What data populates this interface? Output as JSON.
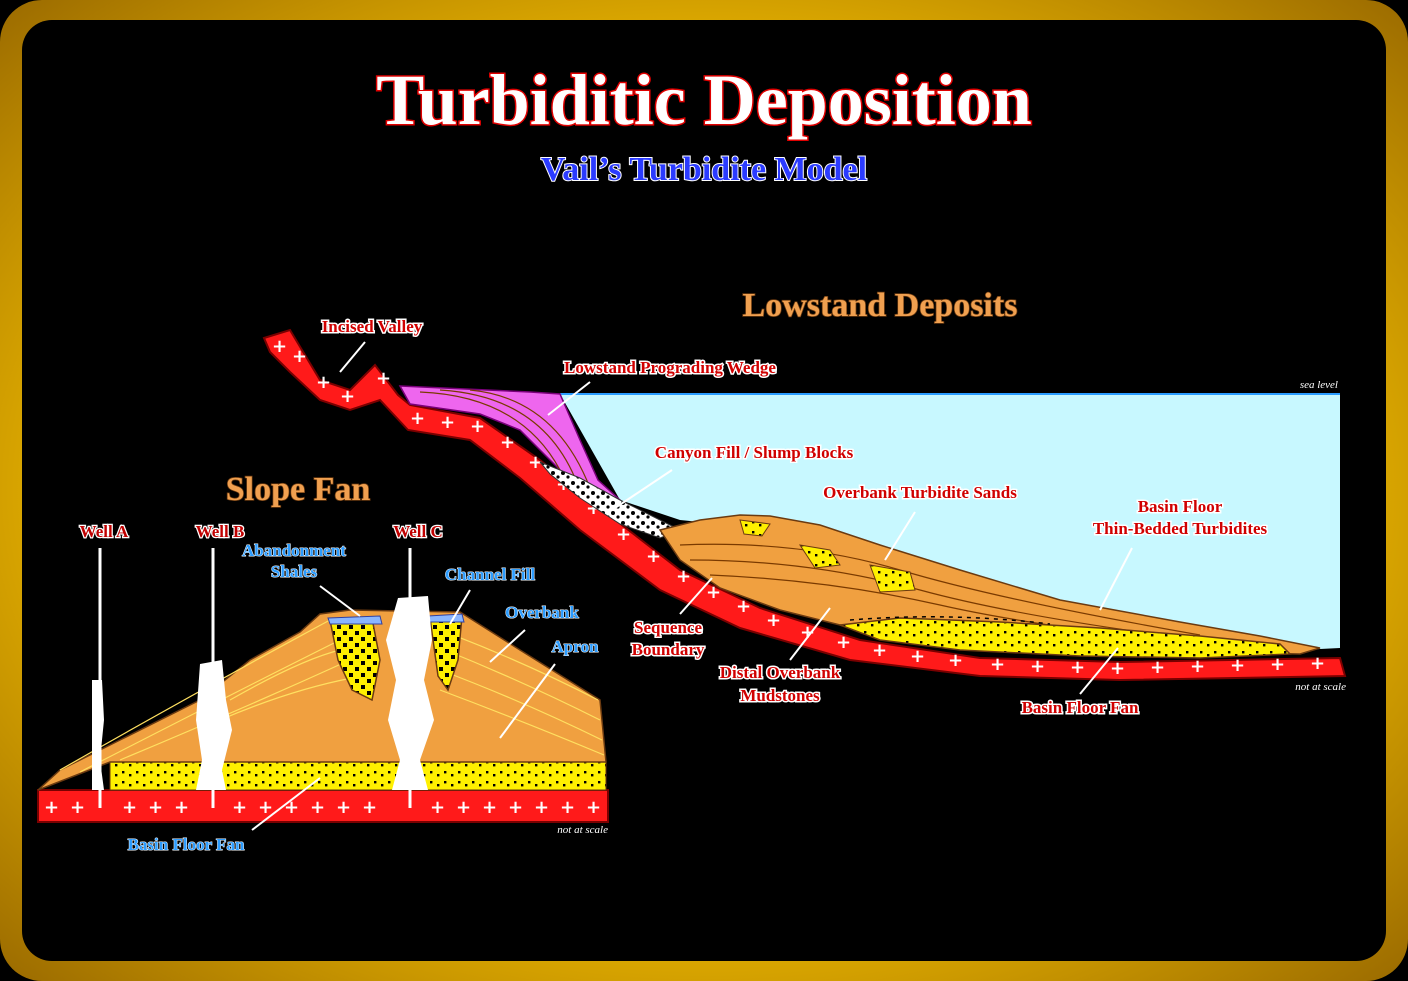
{
  "title": "Turbiditic Deposition",
  "subtitle": "Vail’s Turbidite Model",
  "lowstand": {
    "heading": "Lowstand Deposits",
    "labels": {
      "incised_valley": "Incised Valley",
      "prograding_wedge": "Lowstand Prograding Wedge",
      "canyon_fill": "Canyon Fill / Slump Blocks",
      "overbank_sands": "Overbank Turbidite Sands",
      "basin_floor_thin_1": "Basin Floor",
      "basin_floor_thin_2": "Thin-Bedded Turbidites",
      "sequence_boundary_1": "Sequence",
      "sequence_boundary_2": "Boundary",
      "distal_overbank_1": "Distal Overbank",
      "distal_overbank_2": "Mudstones",
      "basin_floor_fan": "Basin Floor Fan"
    },
    "sea_level": "sea level",
    "not_at_scale": "not at scale"
  },
  "slope_fan": {
    "heading": "Slope Fan",
    "wells": [
      "Well A",
      "Well B",
      "Well C"
    ],
    "labels": {
      "abandonment_1": "Abandonment",
      "abandonment_2": "Shales",
      "channel_fill": "Channel Fill",
      "overbank": "Overbank",
      "apron": "Apron",
      "basin_floor_fan": "Basin Floor Fan"
    },
    "not_at_scale": "not at scale"
  },
  "colors": {
    "frame": "#e8b400",
    "basement": "#ff1a1a",
    "sea": "#c8f8ff",
    "turbidite": "#f0a040",
    "sand": "#fff000",
    "wedge": "#ee66ee"
  }
}
